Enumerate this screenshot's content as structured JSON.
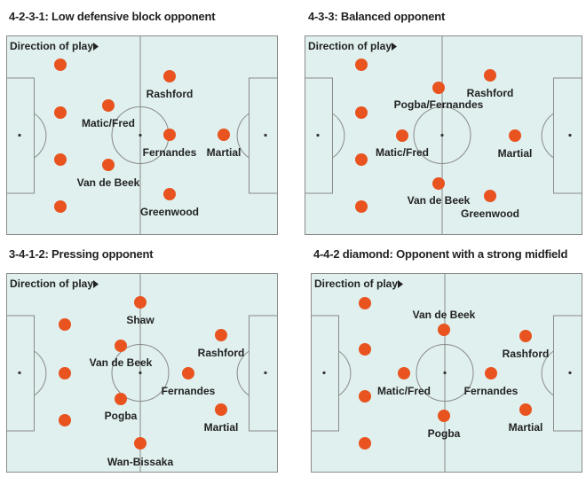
{
  "direction_label": "Direction of play",
  "panels": [
    {
      "title": "4-2-3-1: Low defensive block opponent",
      "players": [
        {
          "name": ""
        },
        {
          "name": ""
        },
        {
          "name": ""
        },
        {
          "name": ""
        },
        {
          "name": "Matic/Fred"
        },
        {
          "name": "Van de Beek"
        },
        {
          "name": "Rashford"
        },
        {
          "name": "Fernandes"
        },
        {
          "name": "Greenwood"
        },
        {
          "name": "Martial"
        }
      ]
    },
    {
      "title": "4-3-3: Balanced opponent",
      "players": [
        {
          "name": ""
        },
        {
          "name": ""
        },
        {
          "name": ""
        },
        {
          "name": ""
        },
        {
          "name": "Pogba/Fernandes"
        },
        {
          "name": "Matic/Fred"
        },
        {
          "name": "Van de Beek"
        },
        {
          "name": "Rashford"
        },
        {
          "name": "Martial"
        },
        {
          "name": "Greenwood"
        }
      ]
    },
    {
      "title": "3-4-1-2: Pressing opponent",
      "players": [
        {
          "name": ""
        },
        {
          "name": ""
        },
        {
          "name": ""
        },
        {
          "name": "Shaw"
        },
        {
          "name": "Van de Beek"
        },
        {
          "name": "Pogba"
        },
        {
          "name": "Wan-Bissaka"
        },
        {
          "name": "Fernandes"
        },
        {
          "name": "Rashford"
        },
        {
          "name": "Martial"
        }
      ]
    },
    {
      "title": "4-4-2 diamond: Opponent with a strong midfield",
      "players": [
        {
          "name": ""
        },
        {
          "name": ""
        },
        {
          "name": ""
        },
        {
          "name": ""
        },
        {
          "name": "Van de Beek"
        },
        {
          "name": "Matic/Fred"
        },
        {
          "name": "Pogba"
        },
        {
          "name": "Fernandes"
        },
        {
          "name": "Rashford"
        },
        {
          "name": "Martial"
        }
      ]
    }
  ],
  "colors": {
    "pitch": "#dff0ee",
    "lines": "#8a8a8a",
    "player": "#e8531f",
    "text": "#222222"
  }
}
